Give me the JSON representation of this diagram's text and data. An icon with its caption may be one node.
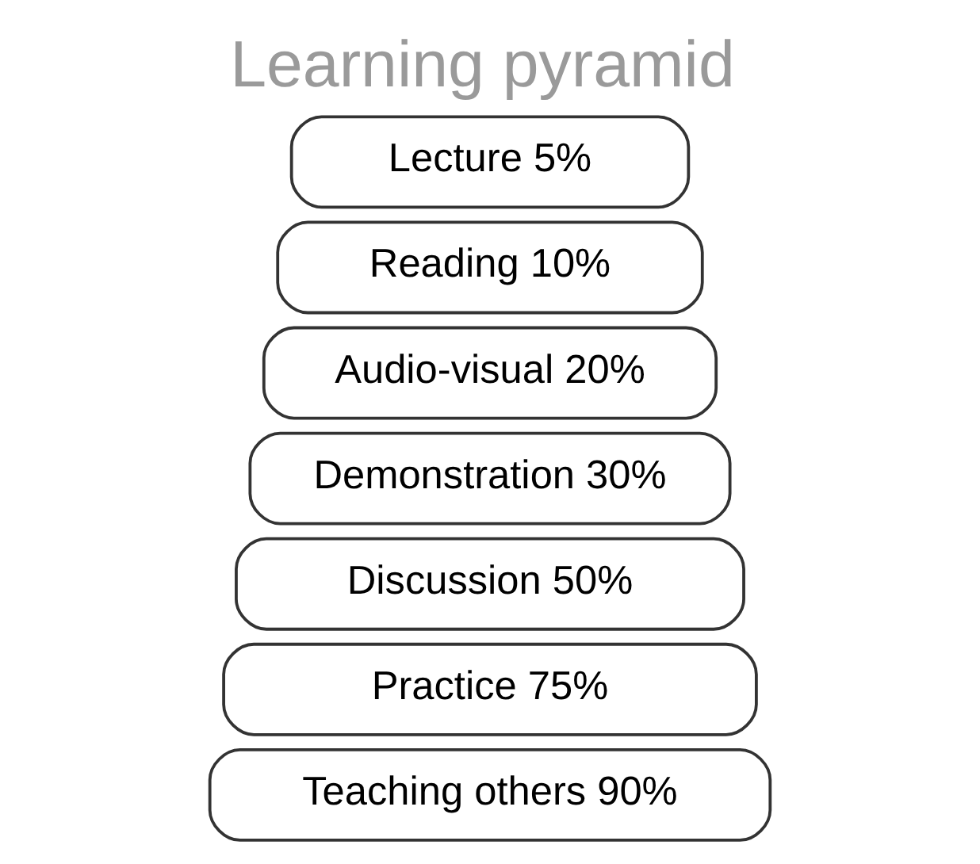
{
  "diagram": {
    "title": "Learning pyramid",
    "nodes": [
      {
        "text": [
          "Lecture 5%"
        ]
      },
      {
        "text": [
          "Reading 10%"
        ]
      },
      {
        "text": [
          "Audio-visual 20%"
        ]
      },
      {
        "text": [
          "Demonstration 30%"
        ]
      },
      {
        "text": [
          "Discussion 50%"
        ]
      },
      {
        "text": [
          "Practice 75%"
        ]
      },
      {
        "text": [
          "Teaching others 90%"
        ]
      }
    ],
    "edges": []
  }
}
